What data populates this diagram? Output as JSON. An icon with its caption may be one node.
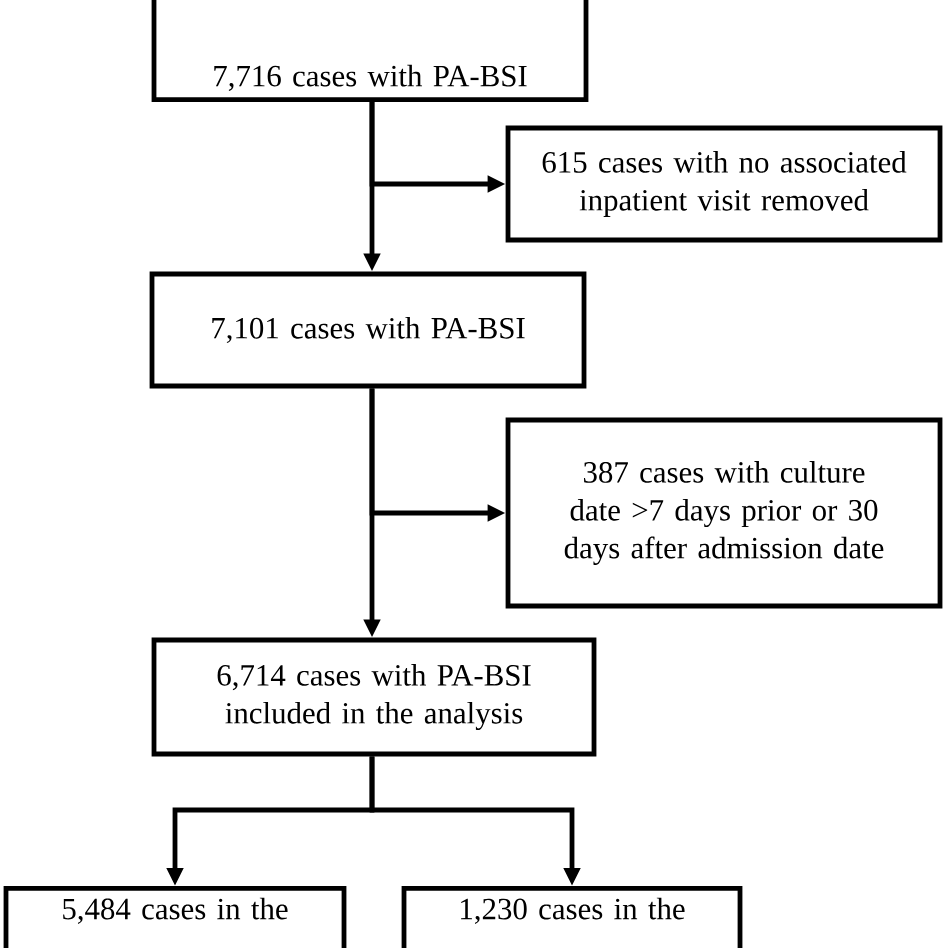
{
  "diagram": {
    "nodes": [
      {
        "text": [
          "7,716 cases with PA-BSI"
        ]
      },
      {
        "text": [
          "615 cases with no associated inpatient visit removed"
        ]
      },
      {
        "text": [
          "7,101 cases with PA-BSI"
        ]
      },
      {
        "text": [
          "387 cases with culture date >7 days prior or 30 days after admission date"
        ]
      },
      {
        "text": [
          "6,714 cases with PA-BSI included in the analysis"
        ]
      },
      {
        "text": [
          "5,484 cases in the"
        ]
      },
      {
        "text": [
          "1,230 cases in the"
        ]
      }
    ],
    "edges": [
      {
        "from": 0,
        "to": 2,
        "arrow": "to"
      },
      {
        "from": 0,
        "to": 1,
        "arrow": "to"
      },
      {
        "from": 2,
        "to": 4,
        "arrow": "to"
      },
      {
        "from": 2,
        "to": 3,
        "arrow": "to"
      },
      {
        "from": 4,
        "to": 5,
        "arrow": "to"
      },
      {
        "from": 4,
        "to": 6,
        "arrow": "to"
      }
    ]
  }
}
